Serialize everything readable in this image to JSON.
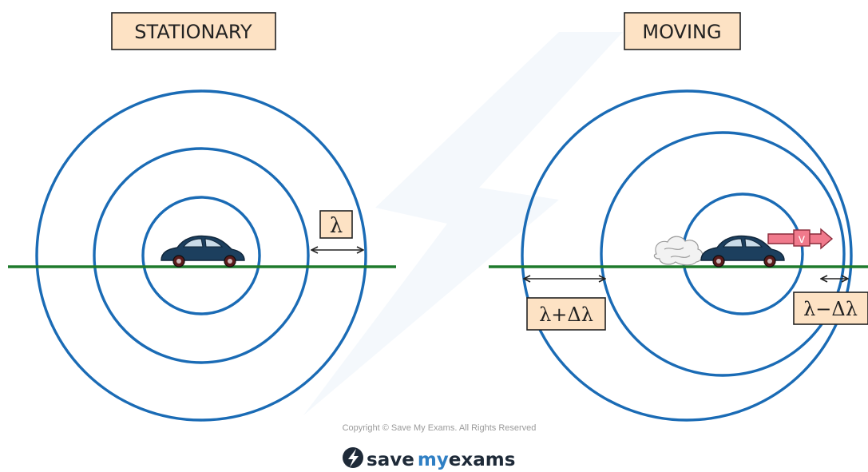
{
  "panels": {
    "stationary": {
      "title": "STATIONARY",
      "wavelength_label": "λ"
    },
    "moving": {
      "title": "MOVING",
      "behind_label": "λ+Δλ",
      "ahead_label": "λ−Δλ",
      "velocity_label": "v"
    }
  },
  "footer": {
    "copyright": "Copyright © Save My Exams. All Rights Reserved",
    "brand_save": "save",
    "brand_my": "my",
    "brand_exams": "exams"
  },
  "colors": {
    "wave": "#1a6bb5",
    "ground": "#1e7a2c",
    "label_box_fill": "#fde2c4",
    "car_body": "#1c3f5e",
    "velocity_arrow": "#f07a8c",
    "brand_dark": "#1e2a38",
    "brand_accent": "#2f7fc4"
  }
}
